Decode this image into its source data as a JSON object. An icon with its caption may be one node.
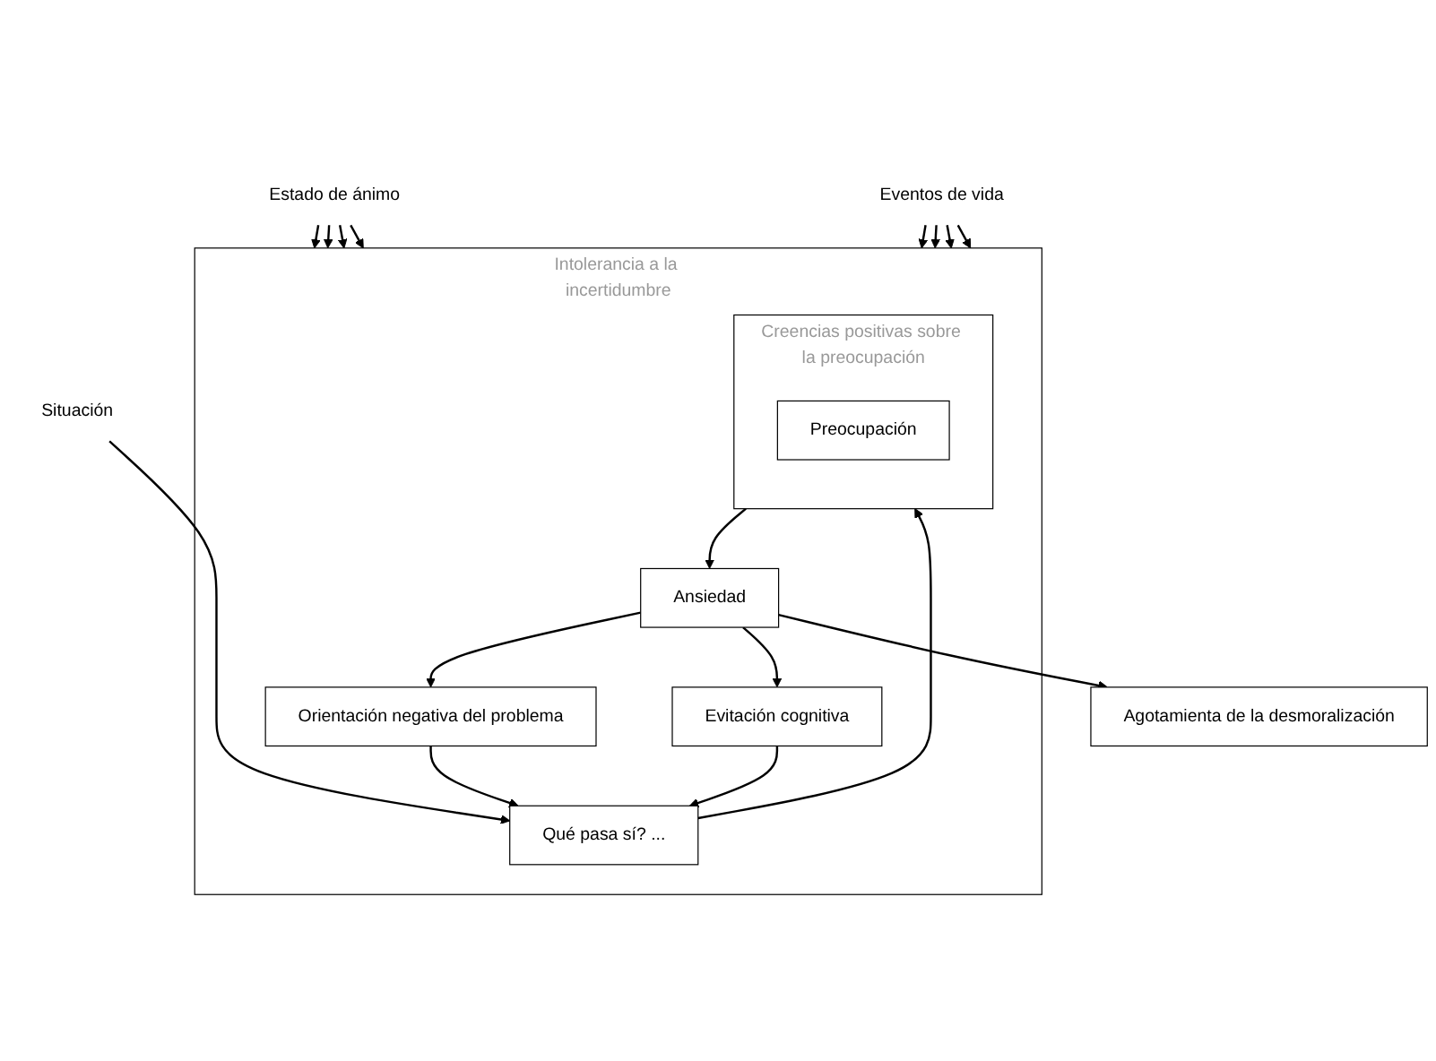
{
  "diagram": {
    "nodes": [
      {
        "text": [
          "Situación"
        ]
      },
      {
        "text": [
          "Intolerancia a la incertidumbre"
        ]
      },
      {
        "text": [
          "Qué pasa sí? ..."
        ],
        "in": 1
      },
      {
        "text": [
          "Creencias positivas sobre la preocupación"
        ],
        "in": 1
      },
      {
        "text": [
          "Preocupación"
        ],
        "in": 3
      },
      {
        "text": [
          "Ansiedad"
        ],
        "in": 1
      },
      {
        "text": [
          "Orientación negativa del problema"
        ],
        "in": 1
      },
      {
        "text": [
          "Evitación cognitiva"
        ],
        "in": 1
      },
      {
        "text": [
          "Agotamienta de la desmoralización"
        ]
      },
      {
        "text": [
          "Estado de ánimo"
        ]
      },
      {
        "text": [
          "Eventos de vida"
        ]
      }
    ],
    "edges": [
      {
        "from": 0,
        "to": 2,
        "arrow": "to"
      },
      {
        "from": 2,
        "to": 3,
        "arrow": "to"
      },
      {
        "from": 3,
        "to": 5,
        "arrow": "to"
      },
      {
        "from": 5,
        "to": 6,
        "arrow": "to"
      },
      {
        "from": 5,
        "to": 7,
        "arrow": "to"
      },
      {
        "from": 6,
        "to": 2,
        "arrow": "to"
      },
      {
        "from": 7,
        "to": 2,
        "arrow": "to"
      },
      {
        "from": 5,
        "to": 8,
        "arrow": "to"
      },
      {
        "from": 9,
        "to": 1,
        "arrow": "to"
      },
      {
        "from": 9,
        "to": 1,
        "arrow": "to"
      },
      {
        "from": 9,
        "to": 1,
        "arrow": "to"
      },
      {
        "from": 9,
        "to": 1,
        "arrow": "to"
      },
      {
        "from": 10,
        "to": 1,
        "arrow": "to"
      },
      {
        "from": 10,
        "to": 1,
        "arrow": "to"
      },
      {
        "from": 10,
        "to": 1,
        "arrow": "to"
      },
      {
        "from": 10,
        "to": 1,
        "arrow": "to"
      }
    ]
  }
}
